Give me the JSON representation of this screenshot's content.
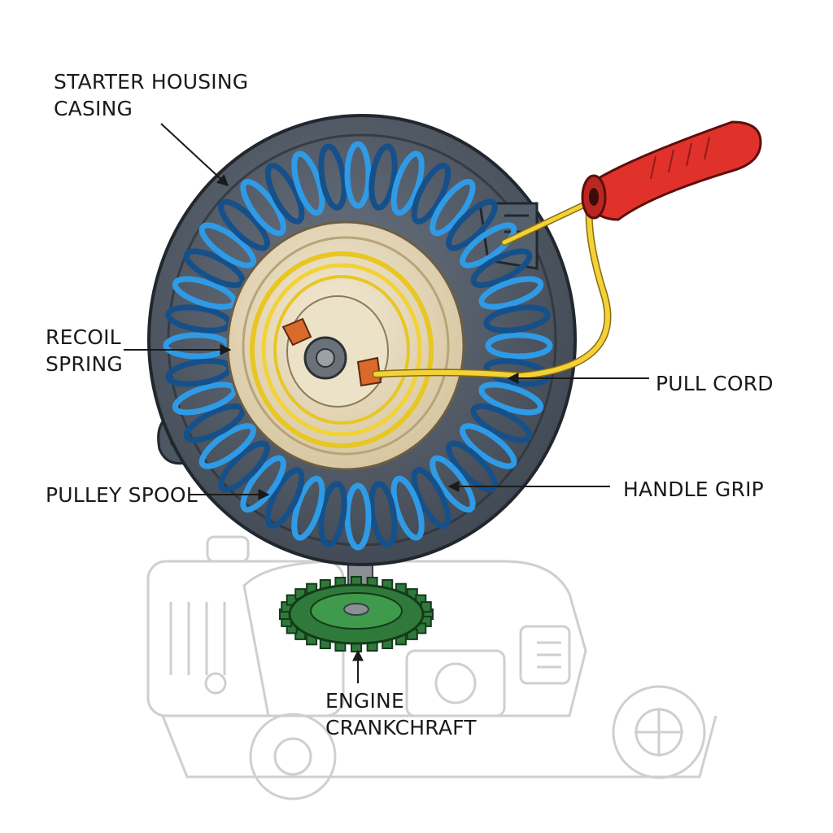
{
  "labels": {
    "starter_housing": [
      "STARTER HOUSING",
      "CASING"
    ],
    "recoil_spring": [
      "RECOIL",
      "SPRING"
    ],
    "pulley_spool": "PULLEY SPOOL",
    "pull_cord": "PULL CORD",
    "handle_grip": "HANDLE GRIP",
    "engine_crankshaft": [
      "ENGINE",
      "CRANKCHRAFT"
    ]
  },
  "colors": {
    "housing": "#4d5663",
    "housing_dark": "#343a43",
    "spring": "#2f9be6",
    "spring_dark": "#15508a",
    "spool": "#e9dcc0",
    "cord": "#f2d237",
    "handle": "#e0312b",
    "gear": "#2f7a3a",
    "engine_outline": "#cfcfcf"
  }
}
